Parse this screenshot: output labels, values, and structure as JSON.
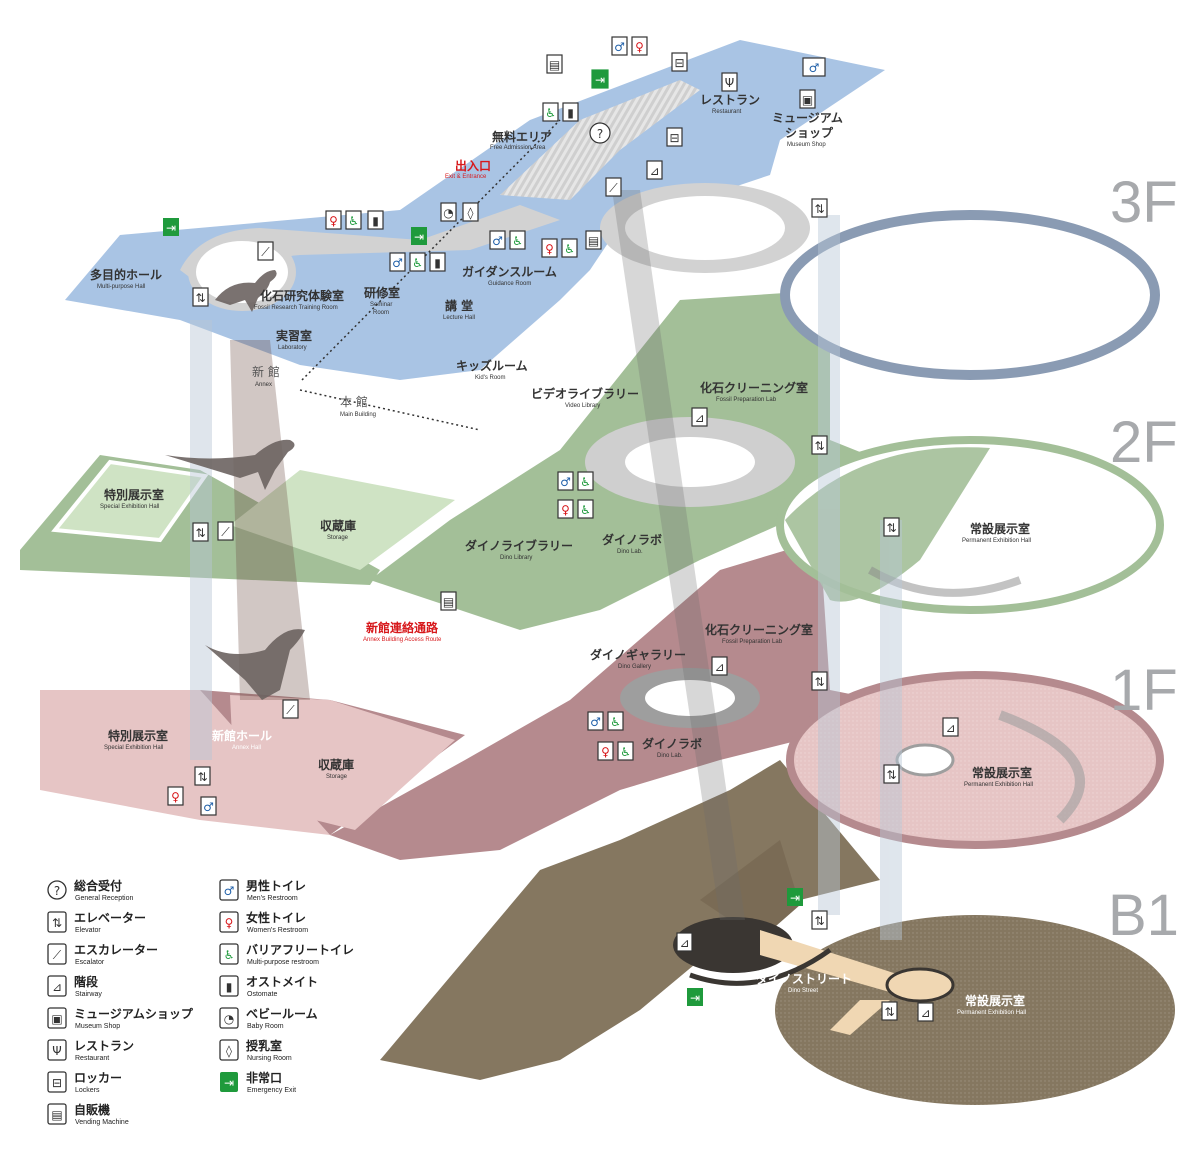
{
  "floors": {
    "f3": {
      "label": "3F"
    },
    "f2": {
      "label": "2F"
    },
    "f1": {
      "label": "1F"
    },
    "b1": {
      "label": "B1"
    }
  },
  "labels": {
    "restaurant": {
      "ja": "レストラン",
      "en": "Restaurant"
    },
    "museum_shop": {
      "ja": "ミュージアム ショップ",
      "ja1": "ミュージアム",
      "ja2": "ショップ",
      "en": "Museum Shop"
    },
    "free_area": {
      "ja": "無料エリア",
      "en": "Free Admission Area"
    },
    "exit_entrance": {
      "ja": "出入口",
      "en": "Exit & Entrance"
    },
    "multipurpose_hall": {
      "ja": "多目的ホール",
      "en": "Multi-purpose Hall"
    },
    "fossil_training": {
      "ja": "化石研究体験室",
      "en": "Fossil Research Training Room"
    },
    "seminar": {
      "ja": "研修室",
      "en1": "Seminar",
      "en2": "Room"
    },
    "guidance": {
      "ja": "ガイダンスルーム",
      "en": "Guidance Room"
    },
    "lecture": {
      "ja": "講 堂",
      "en": "Lecture Hall"
    },
    "laboratory": {
      "ja": "実習室",
      "en": "Laboratory"
    },
    "kids": {
      "ja": "キッズルーム",
      "en": "Kid's Room"
    },
    "annex": {
      "ja": "新 館",
      "en": "Annex"
    },
    "main_building": {
      "ja": "本 館",
      "en": "Main Building"
    },
    "video_library": {
      "ja": "ビデオライブラリー",
      "en": "Video Library"
    },
    "fossil_prep_2f": {
      "ja": "化石クリーニング室",
      "en": "Fossil Preparation Lab"
    },
    "special_2f": {
      "ja": "特別展示室",
      "en": "Special Exhibition Hall"
    },
    "storage_2f": {
      "ja": "収蔵庫",
      "en": "Storage"
    },
    "dino_library": {
      "ja": "ダイノライブラリー",
      "en": "Dino Library"
    },
    "dino_lab_2f": {
      "ja": "ダイノラボ",
      "en": "Dino Lab."
    },
    "permanent_2f": {
      "ja": "常設展示室",
      "en": "Permanent Exhibition Hall"
    },
    "annex_route": {
      "ja": "新館連絡通路",
      "en": "Annex Building Access Route"
    },
    "fossil_prep_1f": {
      "ja": "化石クリーニング室",
      "en": "Fossil Preparation Lab"
    },
    "dino_gallery": {
      "ja": "ダイノギャラリー",
      "en": "Dino Gallery"
    },
    "special_1f": {
      "ja": "特別展示室",
      "en": "Special Exhibition Hall"
    },
    "annex_hall": {
      "ja": "新館ホール",
      "en": "Annex Hall"
    },
    "storage_1f": {
      "ja": "収蔵庫",
      "en": "Storage"
    },
    "dino_lab_1f": {
      "ja": "ダイノラボ",
      "en": "Dino Lab."
    },
    "permanent_1f": {
      "ja": "常設展示室",
      "en": "Permanent Exhibition Hall"
    },
    "dino_street": {
      "ja": "ダイノストリート",
      "en": "Dino Street"
    },
    "permanent_b1": {
      "ja": "常設展示室",
      "en": "Permanent Exhibition Hall"
    }
  },
  "legend": [
    {
      "icon": "reception-icon",
      "ja": "総合受付",
      "en": "General Reception"
    },
    {
      "icon": "elevator-icon",
      "ja": "エレベーター",
      "en": "Elevator"
    },
    {
      "icon": "escalator-icon",
      "ja": "エスカレーター",
      "en": "Escalator"
    },
    {
      "icon": "stairs-icon",
      "ja": "階段",
      "en": "Stairway"
    },
    {
      "icon": "shop-icon",
      "ja": "ミュージアムショップ",
      "en": "Museum Shop"
    },
    {
      "icon": "restaurant-icon",
      "ja": "レストラン",
      "en": "Restaurant"
    },
    {
      "icon": "locker-icon",
      "ja": "ロッカー",
      "en": "Lockers"
    },
    {
      "icon": "vending-icon",
      "ja": "自販機",
      "en": "Vending Machine"
    },
    {
      "icon": "mens-restroom-icon",
      "ja": "男性トイレ",
      "en": "Men's Restroom"
    },
    {
      "icon": "womens-restroom-icon",
      "ja": "女性トイレ",
      "en": "Women's Restroom"
    },
    {
      "icon": "accessible-restroom-icon",
      "ja": "バリアフリートイレ",
      "en": "Multi-purpose restroom"
    },
    {
      "icon": "ostomate-icon",
      "ja": "オストメイト",
      "en": "Ostomate"
    },
    {
      "icon": "baby-room-icon",
      "ja": "ベビールーム",
      "en": "Baby Room"
    },
    {
      "icon": "nursing-room-icon",
      "ja": "授乳室",
      "en": "Nursing Room"
    },
    {
      "icon": "emergency-exit-icon",
      "ja": "非常口",
      "en": "Emergency Exit"
    }
  ],
  "colors": {
    "f3": "#a9c4e4",
    "f3_ring": "#8a9bb3",
    "f2": "#a3bf98",
    "f2_light": "#cfe3c4",
    "f1": "#b58a8e",
    "f1_light": "#e6c5c5",
    "b1": "#857760",
    "b1_light": "#f0d7b3",
    "accent_red": "#d7191c",
    "exit_green": "#1f9a3c"
  }
}
